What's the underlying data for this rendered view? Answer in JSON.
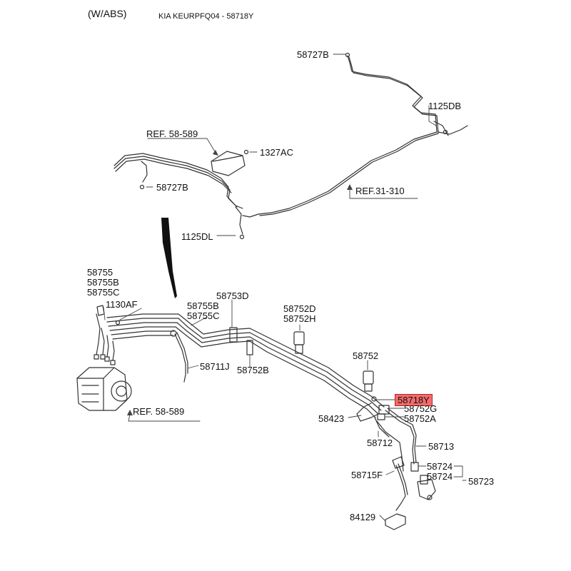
{
  "header": {
    "variant": "(W/ABS)",
    "catalog": "KIA KEURPFQ04 - 58718Y"
  },
  "highlight_color": "#f26b6b",
  "labels": {
    "p58727B_top": "58727B",
    "p1125DB": "1125DB",
    "ref58589_top": "REF. 58-589",
    "p1327AC": "1327AC",
    "p58727B_left": "58727B",
    "ref31310": "REF.31-310",
    "p1125DL": "1125DL",
    "grp1_a": "58755",
    "grp1_b": "58755B",
    "grp1_c": "58755C",
    "p1130AF": "1130AF",
    "p58753D": "58753D",
    "grp2_a": "58755B",
    "grp2_b": "58755C",
    "p58752D": "58752D",
    "p58752H": "58752H",
    "p58752": "58752",
    "p58711J": "58711J",
    "p58752B": "58752B",
    "p58718Y": "58718Y",
    "p58752G": "58752G",
    "p58752A": "58752A",
    "p58423": "58423",
    "ref58589_bottom": "REF. 58-589",
    "p58712": "58712",
    "p58713": "58713",
    "p58724_a": "58724",
    "p58724_b": "58724",
    "p58723": "58723",
    "p58715F": "58715F",
    "p84129": "84129"
  }
}
